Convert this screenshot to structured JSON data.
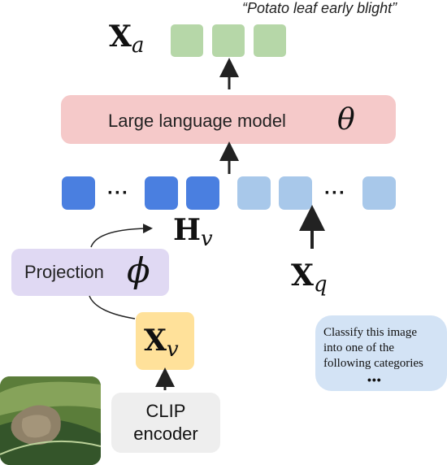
{
  "output": {
    "caption": "“Potato leaf early blight”",
    "symbol": "X",
    "subscript": "a"
  },
  "llm": {
    "label": "Large language model",
    "symbol": "θ",
    "color": "#f5c9c9"
  },
  "image_tokens": {
    "symbol": "H",
    "subscript": "v",
    "ellipsis": "···",
    "color": "#4a7fe0"
  },
  "text_tokens": {
    "ellipsis": "···",
    "color": "#a8c8ea"
  },
  "projection": {
    "label": "Projection",
    "symbol": "ϕ",
    "color": "#e0d9f3"
  },
  "query": {
    "symbol": "X",
    "subscript": "q"
  },
  "visual": {
    "symbol": "X",
    "subscript": "v",
    "color": "#ffe19a"
  },
  "encoder": {
    "line1": "CLIP",
    "line2": "encoder",
    "color": "#eeeeee"
  },
  "prompt": {
    "line1": "Classify this image",
    "line2": "into one of the",
    "line3": "following categories",
    "ellipsis": "•••",
    "color": "#d3e3f5"
  },
  "leaf_image": {
    "leaf_color": "#3f6b2e",
    "lesion_color": "#8f8168"
  }
}
